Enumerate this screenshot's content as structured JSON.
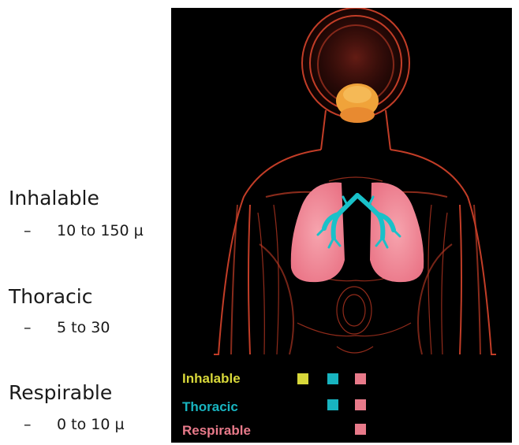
{
  "categories": [
    {
      "title": "Inhalable",
      "dash": "–",
      "range": "10 to 150 µ"
    },
    {
      "title": "Thoracic",
      "dash": "–",
      "range": "5 to 30"
    },
    {
      "title": "Respirable",
      "dash": "–",
      "range": "0 to 10 µ"
    }
  ],
  "legend": [
    {
      "label": "Inhalable",
      "color": "#d8d83a"
    },
    {
      "label": "Thoracic",
      "color": "#18b4c0"
    },
    {
      "label": "Respirable",
      "color": "#e87a8a"
    }
  ],
  "colors": {
    "inhalable": "#e6df2e",
    "thoracic": "#19c1c9",
    "respirable": "#f08a9a",
    "body": "#d8442c",
    "airway_upper": "#f3a93a"
  },
  "icons": [
    "human-body-illustration",
    "lungs-illustration",
    "airway-illustration"
  ]
}
